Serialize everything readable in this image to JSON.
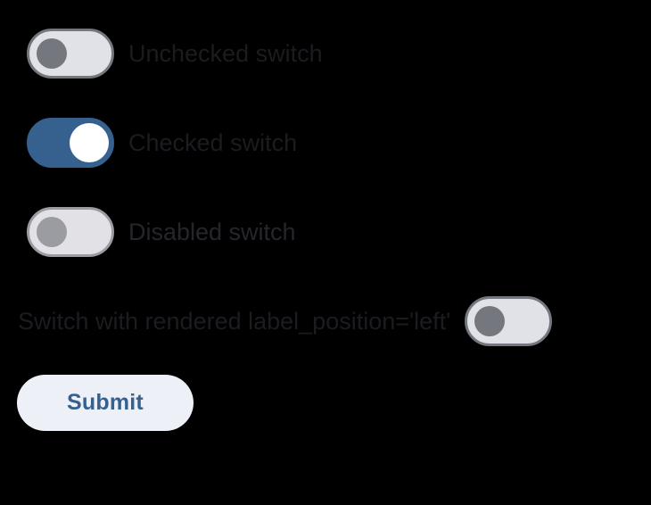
{
  "background_color": "#000000",
  "accent_color": "#36618e",
  "switches": [
    {
      "id": "unchecked-switch",
      "label": "Unchecked switch",
      "state": "off",
      "checked": false,
      "disabled": false,
      "label_position": "right"
    },
    {
      "id": "checked-switch",
      "label": "Checked switch",
      "state": "on",
      "checked": true,
      "disabled": false,
      "label_position": "right"
    },
    {
      "id": "disabled-switch",
      "label": "Disabled switch",
      "state": "disabled",
      "checked": false,
      "disabled": true,
      "label_position": "right"
    },
    {
      "id": "left-label-switch",
      "label": "Switch with rendered label_position='left'",
      "state": "off",
      "checked": false,
      "disabled": false,
      "label_position": "left"
    }
  ],
  "form": {
    "submit_label": "Submit"
  }
}
